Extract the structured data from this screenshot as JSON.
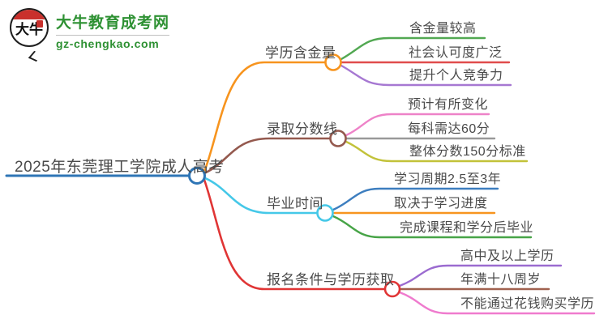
{
  "logo": {
    "badge_text": "大牛",
    "title": "大牛教育成考网",
    "subtitle": "gz-chengkao.com",
    "brand_color": "#2e9133"
  },
  "mindmap": {
    "root": {
      "label": "2025年东莞理工学院成人高考",
      "color": "#2e75b6"
    },
    "branches": [
      {
        "label": "学历含金量",
        "color": "#f7941e",
        "children": [
          {
            "label": "含金量较高",
            "color": "#52a852"
          },
          {
            "label": "社会认可度广泛",
            "color": "#e04c4c"
          },
          {
            "label": "提升个人竞争力",
            "color": "#a678d2"
          }
        ]
      },
      {
        "label": "录取分数线",
        "color": "#94594e",
        "children": [
          {
            "label": "预计有所变化",
            "color": "#ee82c8"
          },
          {
            "label": "每科需达60分",
            "color": "#999999"
          },
          {
            "label": "整体分数150分标准",
            "color": "#c2c23a"
          }
        ]
      },
      {
        "label": "毕业时间",
        "color": "#45c8e8",
        "children": [
          {
            "label": "学习周期2.5至3年",
            "color": "#3d7ebf"
          },
          {
            "label": "取决于学习进度",
            "color": "#f7941e"
          },
          {
            "label": "完成课程和学分后毕业",
            "color": "#47a447"
          }
        ]
      },
      {
        "label": "报名条件与学历获取",
        "color": "#e03535",
        "children": [
          {
            "label": "高中及以上学历",
            "color": "#9b6bd0"
          },
          {
            "label": "年满十八周岁",
            "color": "#a0614f"
          },
          {
            "label": "不能通过花钱购买学历",
            "color": "#ef7bce"
          }
        ]
      }
    ]
  }
}
